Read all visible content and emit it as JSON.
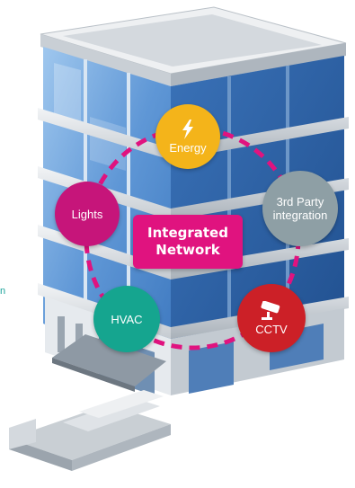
{
  "diagram": {
    "center": {
      "line1": "Integrated",
      "line2": "Network",
      "color": "#e0137f"
    },
    "nodes": [
      {
        "id": "energy",
        "label": "Energy",
        "icon": "lightning-bolt-icon",
        "color": "#f4b41a"
      },
      {
        "id": "third-party",
        "label_line1": "3rd Party",
        "label_line2": "integration",
        "color": "#8e9fa5"
      },
      {
        "id": "cctv",
        "label": "CCTV",
        "icon": "security-camera-icon",
        "color": "#cc2027"
      },
      {
        "id": "hvac",
        "label": "HVAC",
        "color": "#15a58f"
      },
      {
        "id": "lights",
        "label": "Lights",
        "color": "#c6157a"
      }
    ],
    "ring_color": "#e0137f",
    "edge_text": "n"
  }
}
